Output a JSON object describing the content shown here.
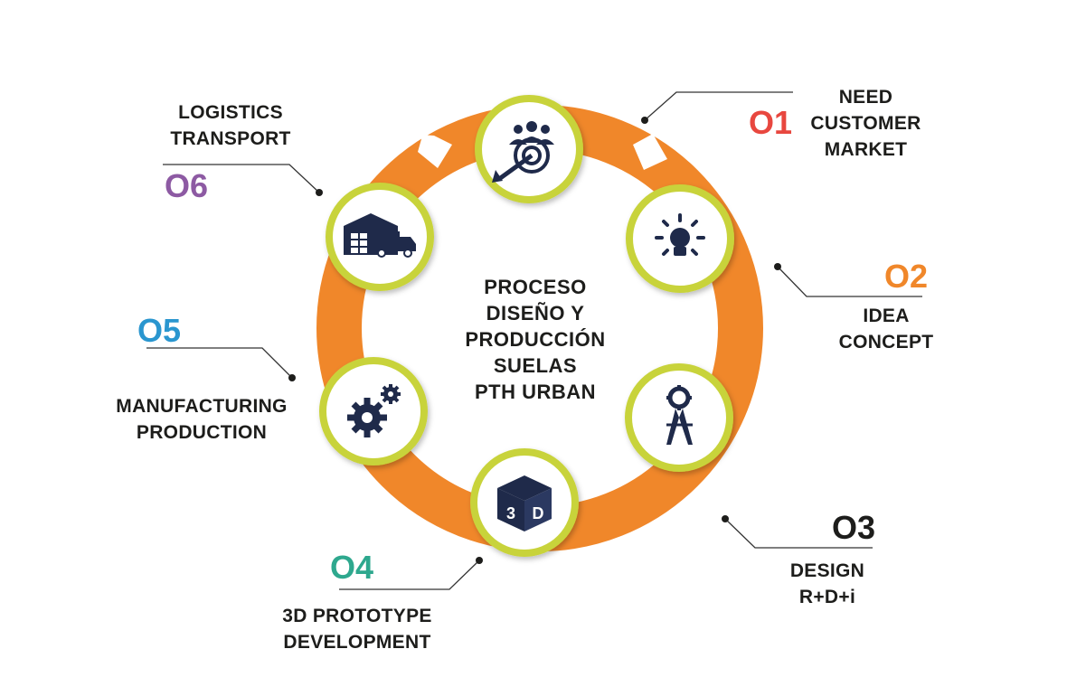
{
  "center": {
    "lines": [
      "PROCESO",
      "DISEÑO Y",
      "PRODUCCIÓN",
      "SUELAS",
      "PTH URBAN"
    ]
  },
  "steps": [
    {
      "number": "O1",
      "lines": [
        "NEED",
        "CUSTOMER",
        "MARKET"
      ],
      "icon": "target-people-icon",
      "color": "#e8473f"
    },
    {
      "number": "O2",
      "lines": [
        "IDEA",
        "CONCEPT"
      ],
      "icon": "lightbulb-icon",
      "color": "#f0872a"
    },
    {
      "number": "O3",
      "lines": [
        "DESIGN",
        "R+D+i"
      ],
      "icon": "compass-gear-icon",
      "color": "#1d1d1b"
    },
    {
      "number": "O4",
      "lines": [
        "3D PROTOTYPE",
        "DEVELOPMENT"
      ],
      "icon": "3d-cube-icon",
      "color": "#2ea88e"
    },
    {
      "number": "O5",
      "lines": [
        "MANUFACTURING",
        "PRODUCTION"
      ],
      "icon": "gears-icon",
      "color": "#2a96cf"
    },
    {
      "number": "O6",
      "lines": [
        "LOGISTICS",
        "TRANSPORT"
      ],
      "icon": "warehouse-truck-icon",
      "color": "#8d5aa3"
    }
  ],
  "colors": {
    "ring": "#f0872a",
    "icon_border": "#c8d33a",
    "icon": "#1f2a4a",
    "leader": "#333333"
  }
}
